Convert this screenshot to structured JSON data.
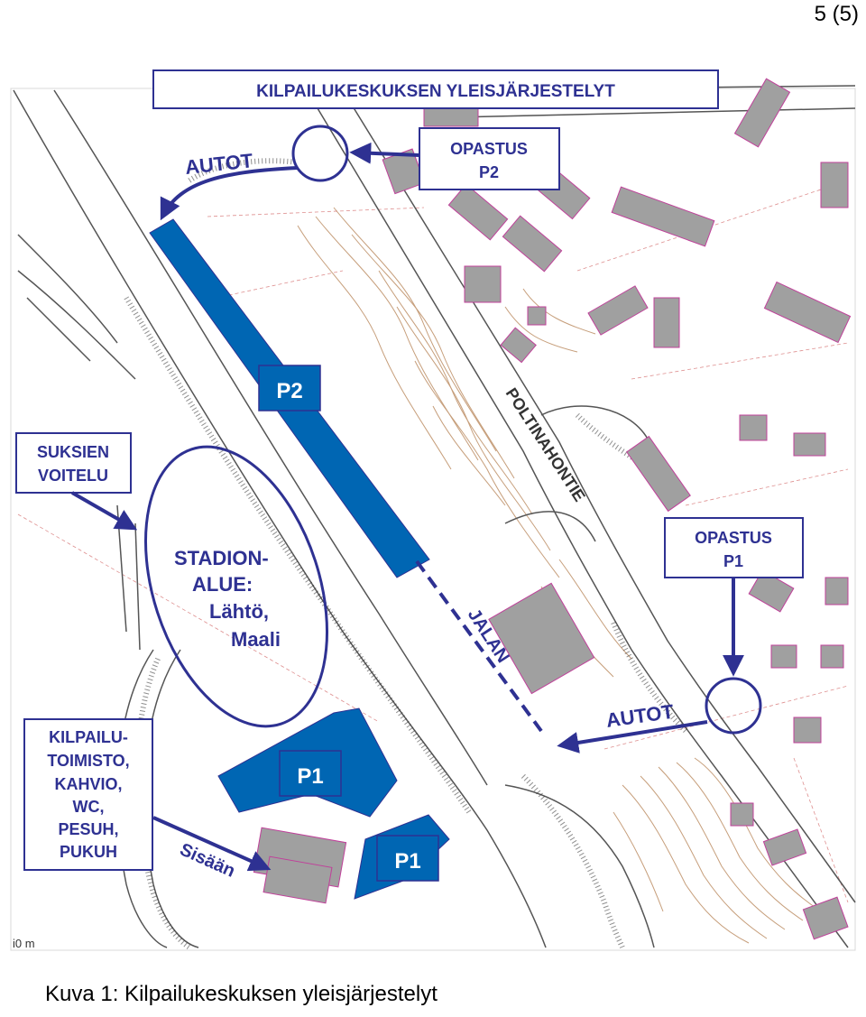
{
  "page_number": "5 (5)",
  "map": {
    "title": "KILPAILUKESKUKSEN YLEISJÄRJESTELYT",
    "street_name": "POLTINAHONTIE",
    "scale_label": "i0 m",
    "labels": {
      "autot_top": "AUTOT",
      "autot_bottom": "AUTOT",
      "jalan": "JALAN",
      "sisaan": "Sisään"
    },
    "boxes": {
      "opastus_p2": [
        "OPASTUS",
        "P2"
      ],
      "opastus_p1": [
        "OPASTUS",
        "P1"
      ],
      "suksien_voitelu": [
        "SUKSIEN",
        "VOITELU"
      ],
      "kilpailutoimisto": [
        "KILPAILU-",
        "TOIMISTO,",
        "KAHVIO,",
        "WC,",
        "PESUH,",
        "PUKUH"
      ]
    },
    "stadion": [
      "STADION-",
      "ALUE:",
      "Lähtö,",
      "Maali"
    ],
    "parking": {
      "p2": "P2",
      "p1_main": "P1",
      "p1_small": "P1"
    },
    "colors": {
      "navy": "#2e3192",
      "parking_blue": "#0066b3",
      "building_gray": "#a0a0a0",
      "building_outline": "#c0409a",
      "contour": "#b8865a",
      "road": "#555555"
    }
  },
  "caption": "Kuva 1: Kilpailukeskuksen yleisjärjestelyt"
}
